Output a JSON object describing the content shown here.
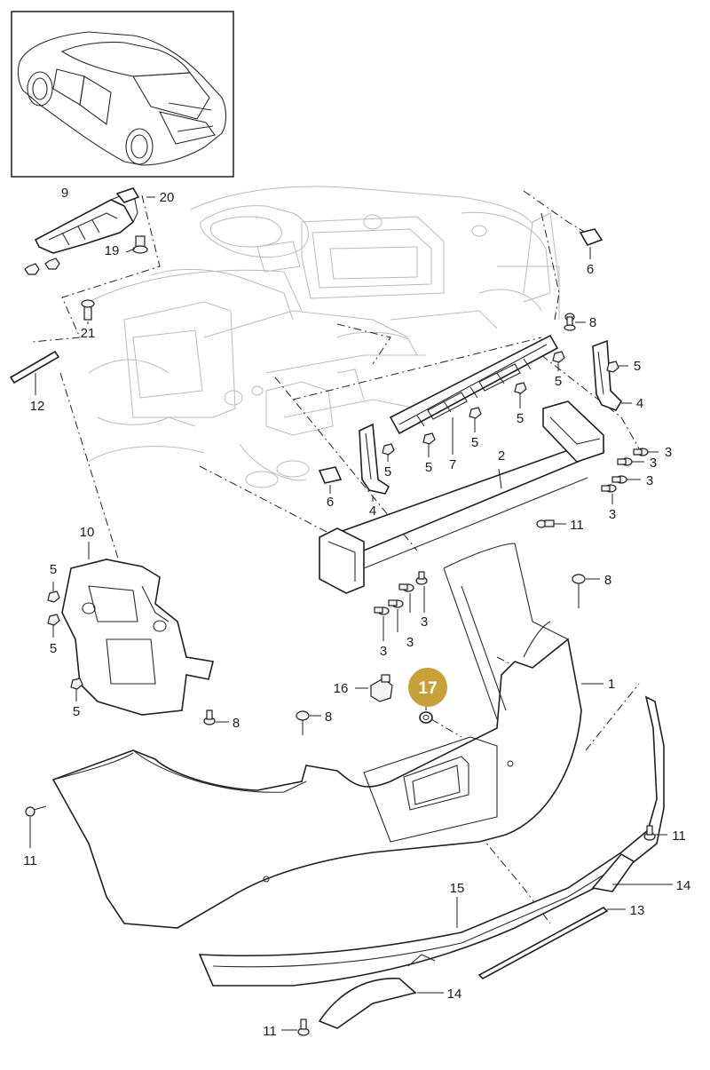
{
  "diagram": {
    "highlight_color": "#c9a038",
    "highlight_label": "17",
    "labels": [
      {
        "id": "l9",
        "text": "9"
      },
      {
        "id": "l20",
        "text": "20"
      },
      {
        "id": "l19",
        "text": "19"
      },
      {
        "id": "l21",
        "text": "21"
      },
      {
        "id": "l12",
        "text": "12"
      },
      {
        "id": "l6a",
        "text": "6"
      },
      {
        "id": "l8a",
        "text": "8"
      },
      {
        "id": "l5a",
        "text": "5"
      },
      {
        "id": "l5b",
        "text": "5"
      },
      {
        "id": "l4a",
        "text": "4"
      },
      {
        "id": "l5c",
        "text": "5"
      },
      {
        "id": "l5d",
        "text": "5"
      },
      {
        "id": "l7",
        "text": "7"
      },
      {
        "id": "l5e",
        "text": "5"
      },
      {
        "id": "l5f",
        "text": "5"
      },
      {
        "id": "l2",
        "text": "2"
      },
      {
        "id": "l6b",
        "text": "6"
      },
      {
        "id": "l4b",
        "text": "4"
      },
      {
        "id": "l3a",
        "text": "3"
      },
      {
        "id": "l3b",
        "text": "3"
      },
      {
        "id": "l3c",
        "text": "3"
      },
      {
        "id": "l3d",
        "text": "3"
      },
      {
        "id": "l11a",
        "text": "11"
      },
      {
        "id": "l10",
        "text": "10"
      },
      {
        "id": "l5g",
        "text": "5"
      },
      {
        "id": "l5h",
        "text": "5"
      },
      {
        "id": "l5i",
        "text": "5"
      },
      {
        "id": "l8b",
        "text": "8"
      },
      {
        "id": "l3e",
        "text": "3"
      },
      {
        "id": "l3f",
        "text": "3"
      },
      {
        "id": "l3g",
        "text": "3"
      },
      {
        "id": "l1",
        "text": "1"
      },
      {
        "id": "l16",
        "text": "16"
      },
      {
        "id": "l8c",
        "text": "8"
      },
      {
        "id": "l8d",
        "text": "8"
      },
      {
        "id": "l11b",
        "text": "11"
      },
      {
        "id": "l11c",
        "text": "11"
      },
      {
        "id": "l14a",
        "text": "14"
      },
      {
        "id": "l15",
        "text": "15"
      },
      {
        "id": "l13",
        "text": "13"
      },
      {
        "id": "l14b",
        "text": "14"
      },
      {
        "id": "l11d",
        "text": "11"
      }
    ]
  }
}
